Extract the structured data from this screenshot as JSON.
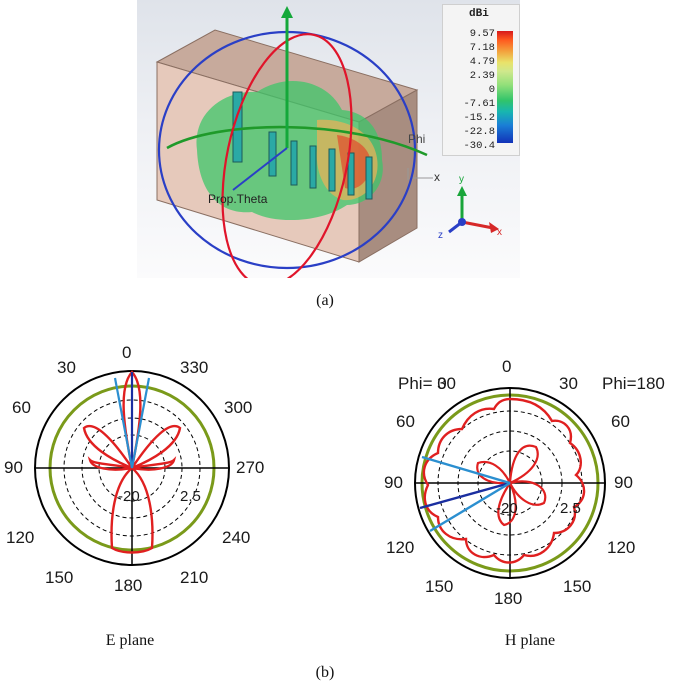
{
  "part_a": {
    "caption": "(a)",
    "legend": {
      "unit": "dBi",
      "ticks": [
        "9.57",
        "7.18",
        "4.79",
        "2.39",
        "0",
        "-7.61",
        "-15.2",
        "-22.8",
        "-30.4"
      ],
      "colors": [
        "#d7191c",
        "#f3a13d",
        "#e9e26a",
        "#93e07a",
        "#31c46a",
        "#18b6b0",
        "#1a7fd6",
        "#1232b8"
      ]
    },
    "labels": {
      "phi": "Phi",
      "x_mark": "x",
      "theta_label": "Prop.Theta",
      "axis_x": "x",
      "axis_y": "y",
      "axis_z": "z"
    }
  },
  "part_b": {
    "caption": "(b)",
    "e_plane": {
      "title": "E plane",
      "angles": {
        "top": "0",
        "top_left": "30",
        "top_right": "330",
        "upper_left": "60",
        "upper_right": "300",
        "left": "90",
        "right": "270",
        "lower_left": "120",
        "lower_right": "240",
        "bottom_left": "150",
        "bottom_right": "210",
        "bottom": "180"
      },
      "radial_labels": [
        "-20",
        "2.5"
      ]
    },
    "h_plane": {
      "title": "H plane",
      "phi_left": "Phi=  0",
      "phi_right": "Phi=180",
      "angles": {
        "top": "0",
        "top_left": "30",
        "top_right": "30",
        "upper_left": "60",
        "upper_right": "60",
        "left": "90",
        "right": "90",
        "lower_left": "120",
        "lower_right": "120",
        "bottom_left": "150",
        "bottom_right": "150",
        "bottom": "180"
      },
      "radial_labels": [
        "-20",
        "2.5"
      ]
    },
    "colors": {
      "pattern": "#e02020",
      "reference": "#7a9a1a",
      "main_lobe": "#1a2ea0",
      "beamwidth": "#2b8fd0"
    }
  }
}
